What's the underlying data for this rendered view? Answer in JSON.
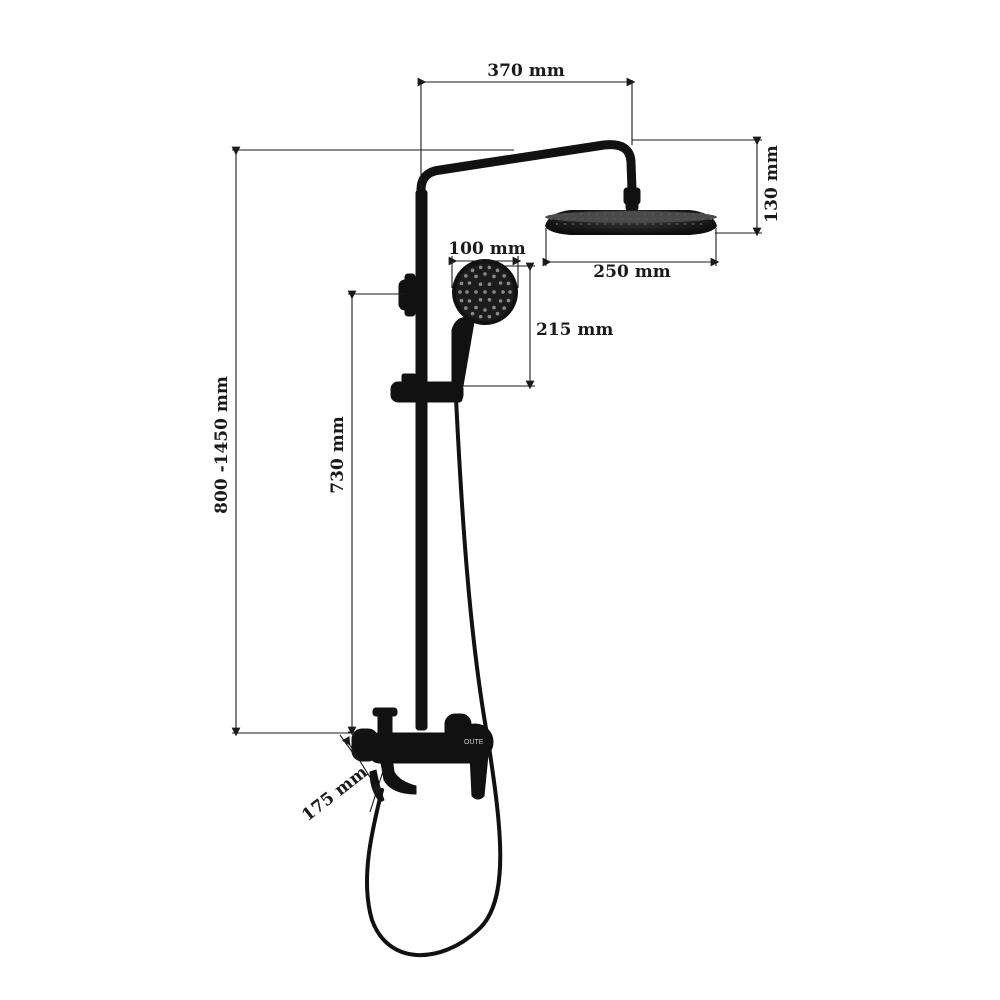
{
  "diagram": {
    "subject": "shower-column",
    "logo_text": "OUTE",
    "dimensions": {
      "arm_width": "370 mm",
      "head_height": "130 mm",
      "head_diameter": "250 mm",
      "hand_head_width": "100 mm",
      "hand_head_height": "215 mm",
      "total_height": "800 -1450 mm",
      "rail_height": "730 mm",
      "spout_length": "175 mm"
    },
    "colors": {
      "product": "#111111",
      "dimension_lines": "#1a1a1a",
      "background": "#ffffff"
    }
  }
}
